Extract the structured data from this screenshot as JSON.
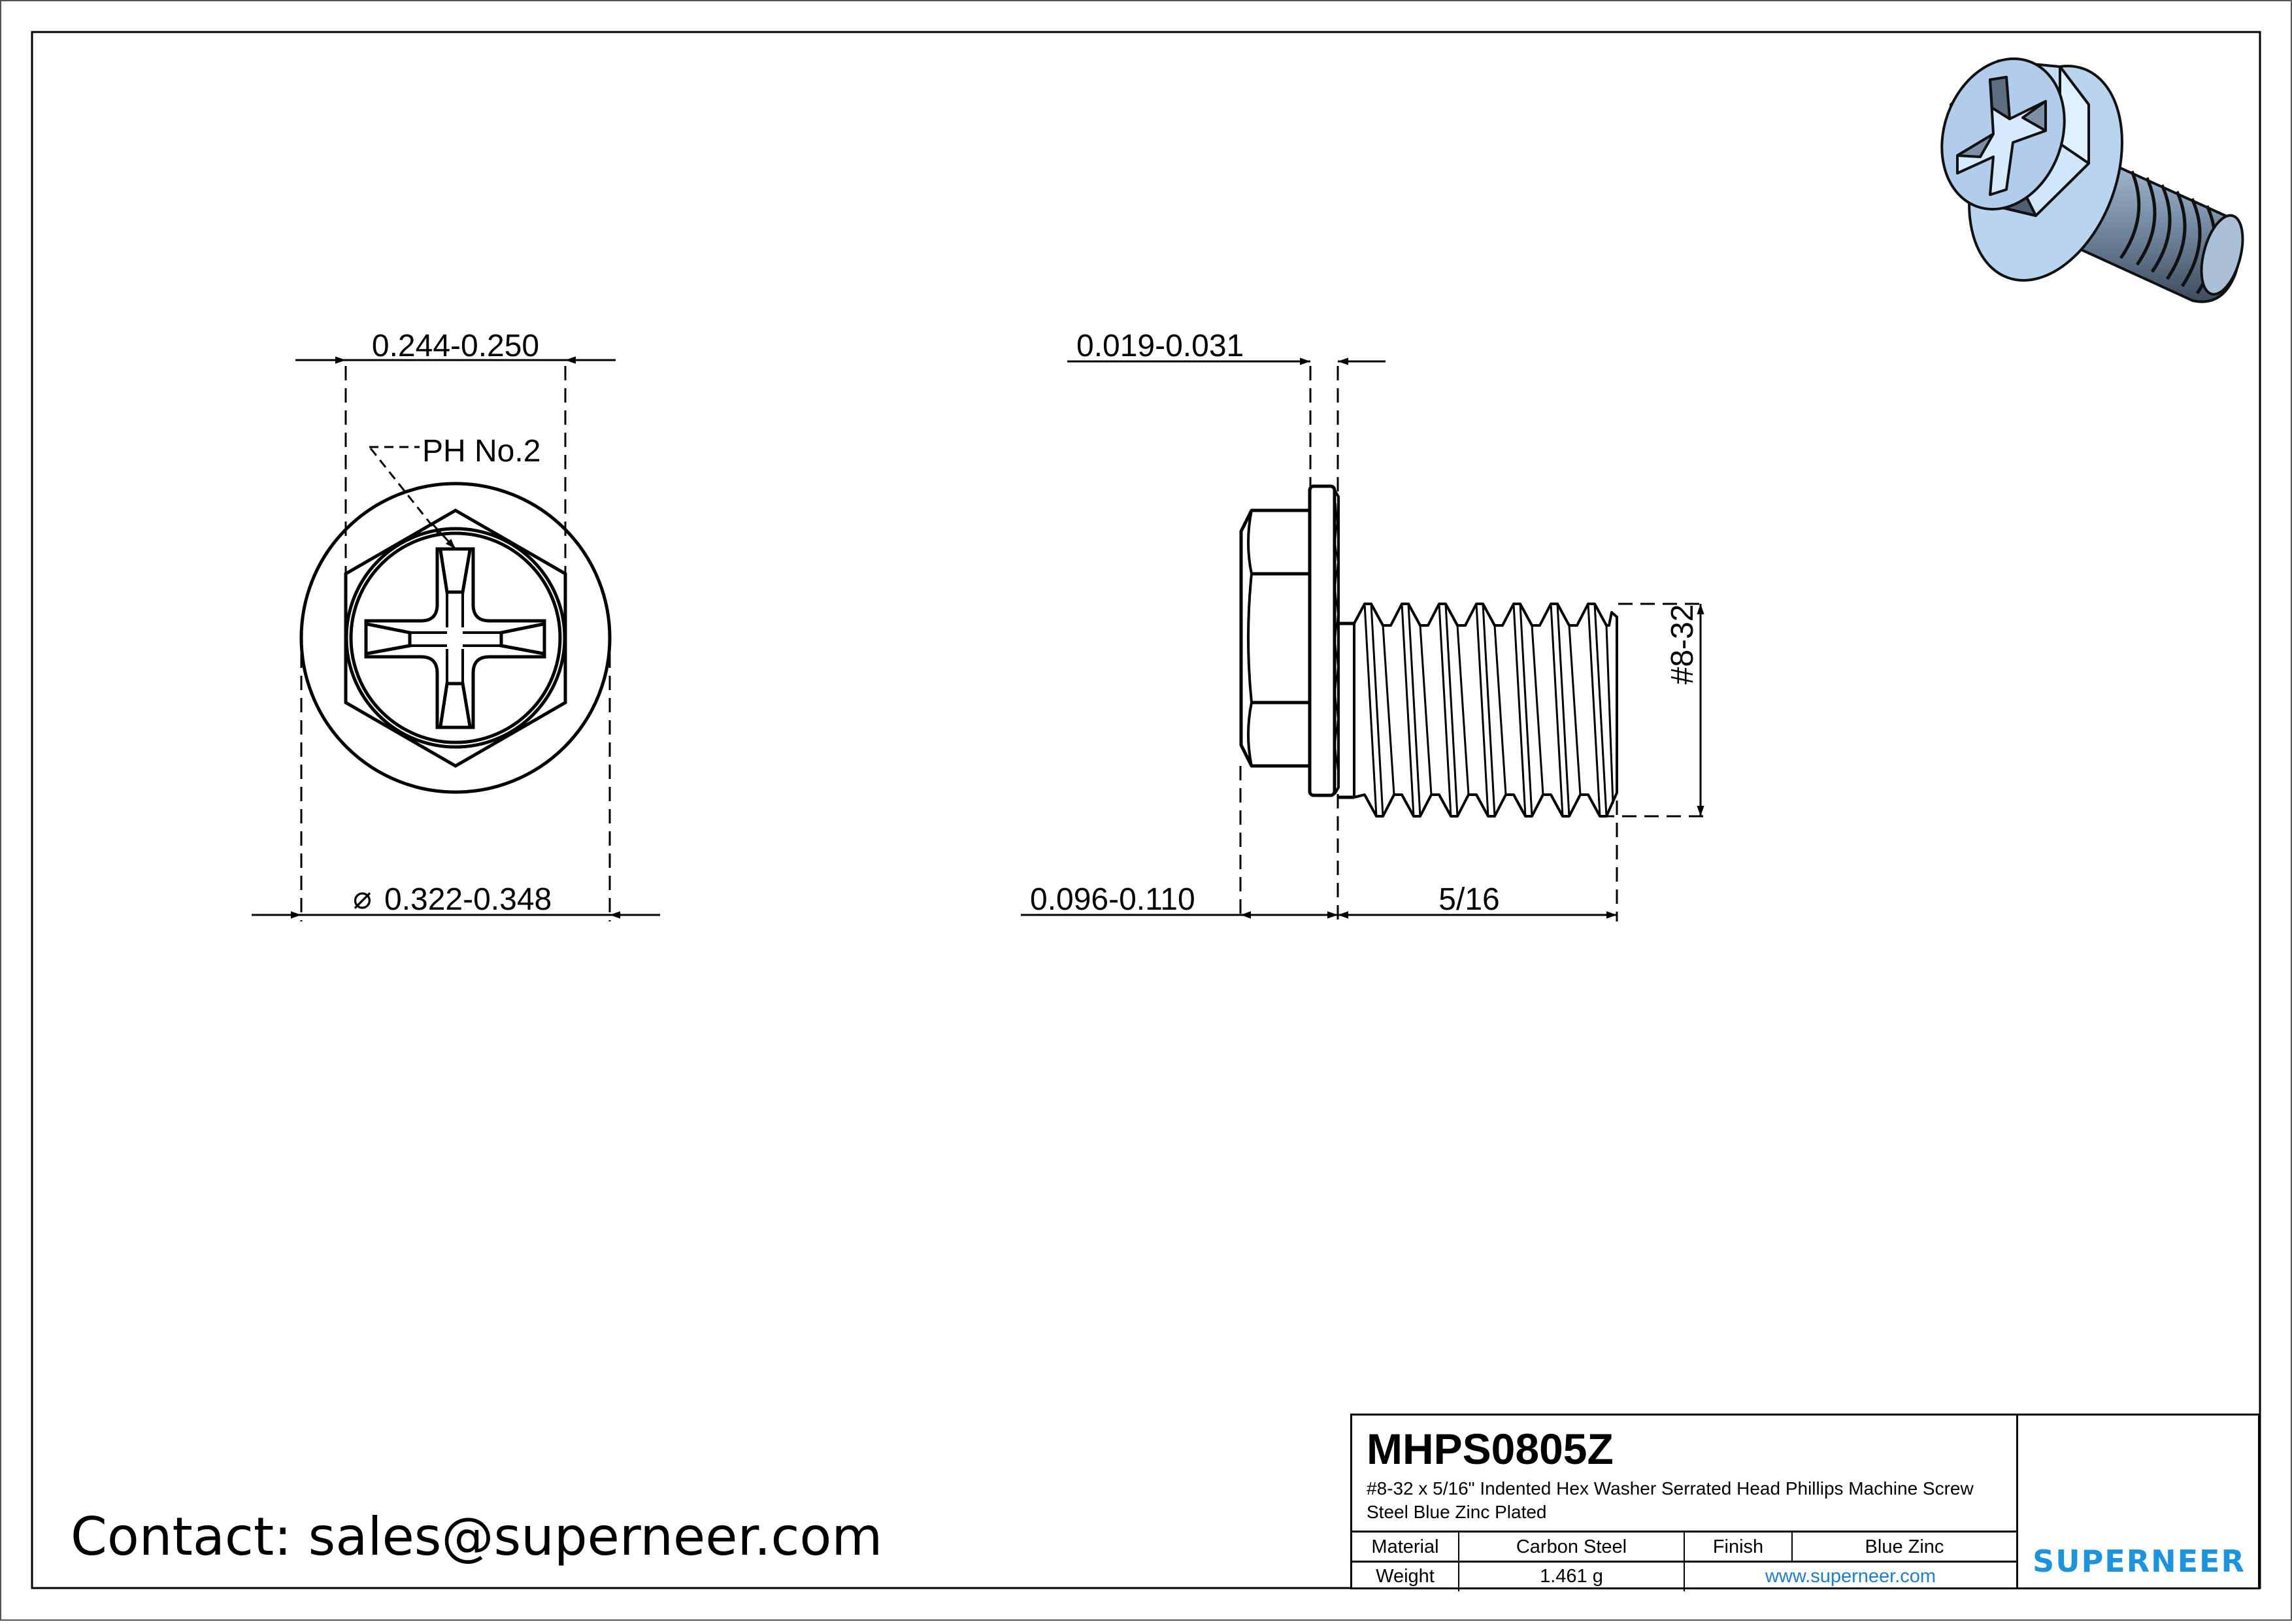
{
  "drawing": {
    "front_view": {
      "across_flats_dim": "0.244-0.250",
      "drive_callout": "PH No.2",
      "washer_diameter_symbol": "⌀",
      "washer_diameter_dim": "0.322-0.348"
    },
    "side_view": {
      "washer_thickness_dim": "0.019-0.031",
      "head_height_dim": "0.096-0.110",
      "length_dim": "5/16",
      "thread_dim": "#8-32"
    },
    "isometric_view": {
      "description": "3D render of blue zinc hex washer head phillips screw",
      "colors": {
        "light": "#cfe6fb",
        "mid": "#a9c8ea",
        "dark": "#5b6f86"
      }
    }
  },
  "contact": {
    "label": "Contact: sales@superneer.com"
  },
  "title_block": {
    "part_number": "MHPS0805Z",
    "description": "#8-32 x 5/16\" Indented Hex Washer Serrated Head Phillips Machine Screw Steel Blue Zinc Plated",
    "rows": [
      {
        "label": "Material",
        "value": "Carbon Steel",
        "label2": "Finish",
        "value2": "Blue Zinc"
      },
      {
        "label": "Weight",
        "value": "1.461 g",
        "link": "www.superneer.com"
      }
    ],
    "logo": {
      "wordmark": "SUPERNEER",
      "color": "#1b93dd",
      "stripes": 8
    }
  }
}
